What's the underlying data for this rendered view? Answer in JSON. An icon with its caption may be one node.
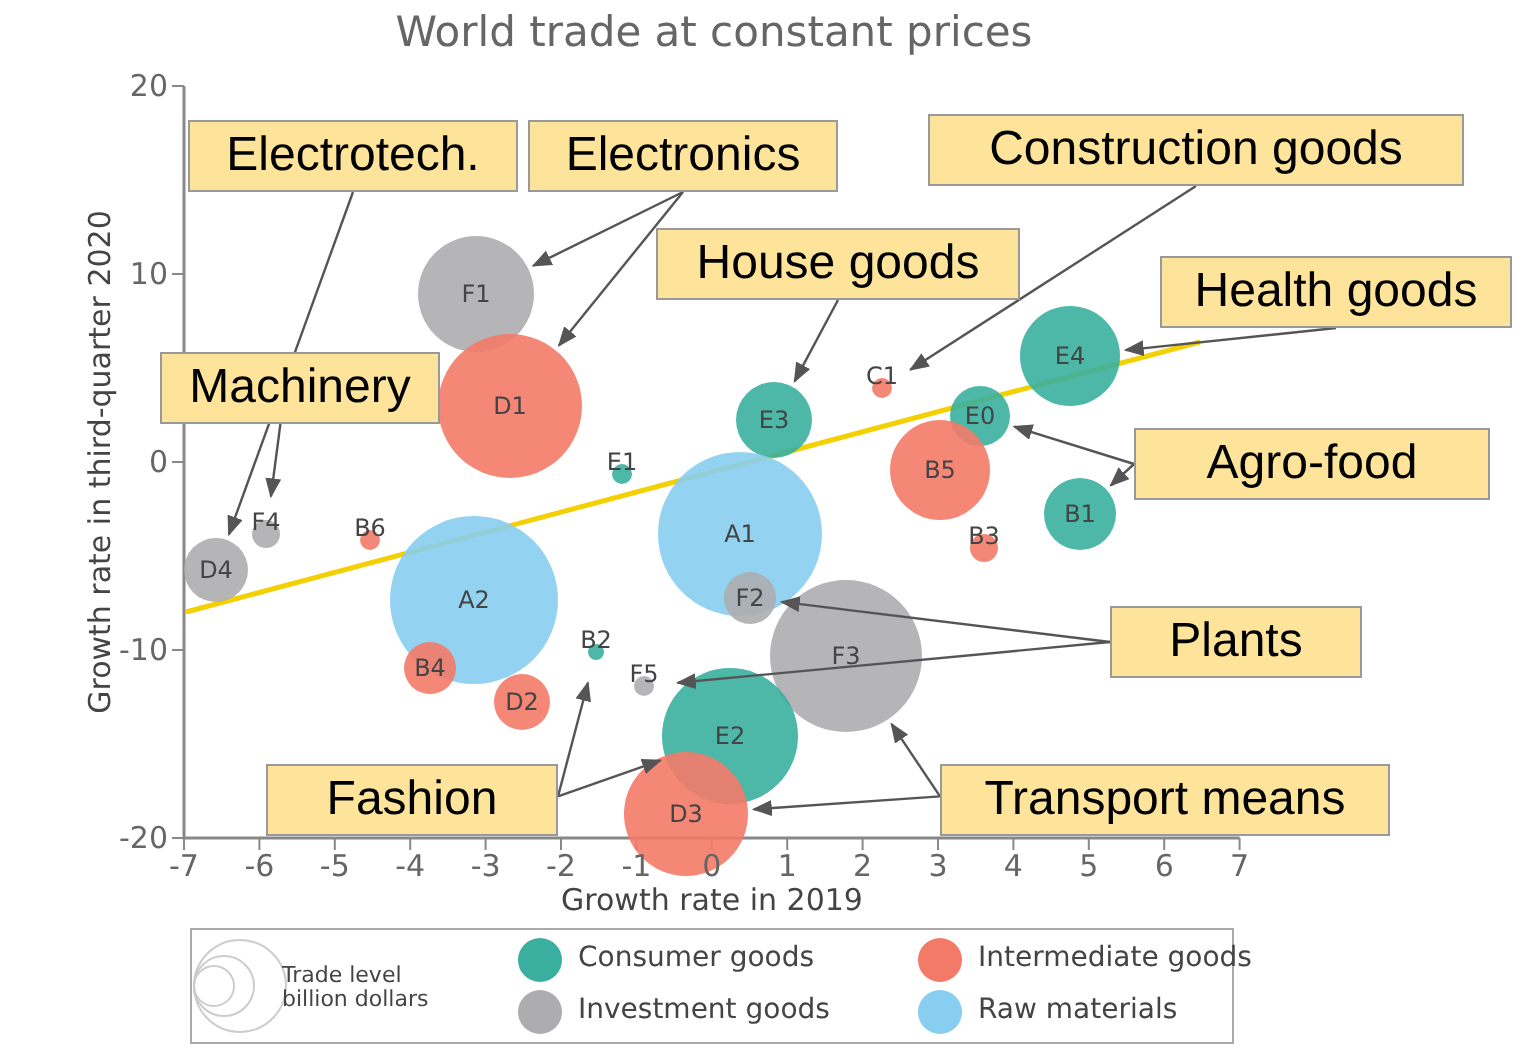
{
  "diagram": {
    "title": "World trade at constant prices",
    "nodes": [
      {
        "text": [
          "Electrotech."
        ]
      },
      {
        "text": [
          "Electronics"
        ]
      },
      {
        "text": [
          "Construction goods"
        ]
      },
      {
        "text": [
          "House goods"
        ]
      },
      {
        "text": [
          "Health goods"
        ]
      },
      {
        "text": [
          "Machinery"
        ]
      },
      {
        "text": [
          "Agro-food"
        ]
      },
      {
        "text": [
          "Plants"
        ]
      },
      {
        "text": [
          "Fashion"
        ]
      },
      {
        "text": [
          "Transport means"
        ]
      },
      {
        "text": [
          "F1"
        ]
      },
      {
        "text": [
          "C1"
        ]
      },
      {
        "text": [
          "E4"
        ]
      },
      {
        "text": [
          "D1"
        ]
      },
      {
        "text": [
          "E0"
        ]
      },
      {
        "text": [
          "E3"
        ]
      },
      {
        "text": [
          "B5"
        ]
      },
      {
        "text": [
          "E1"
        ]
      },
      {
        "text": [
          "B1"
        ]
      },
      {
        "text": [
          "A1"
        ]
      },
      {
        "text": [
          "F4"
        ]
      },
      {
        "text": [
          "B6"
        ]
      },
      {
        "text": [
          "B3"
        ]
      },
      {
        "text": [
          "D4"
        ]
      },
      {
        "text": [
          "A2"
        ]
      },
      {
        "text": [
          "F2"
        ]
      },
      {
        "text": [
          "B2"
        ]
      },
      {
        "text": [
          "F3"
        ]
      },
      {
        "text": [
          "B4"
        ]
      },
      {
        "text": [
          "F5"
        ]
      },
      {
        "text": [
          "D2"
        ]
      },
      {
        "text": [
          "E2"
        ]
      },
      {
        "text": [
          "D3"
        ]
      }
    ],
    "edges": [
      {
        "from": 0,
        "to": 23,
        "arrow": "to"
      },
      {
        "from": 1,
        "to": 10,
        "arrow": "to"
      },
      {
        "from": 1,
        "to": 13,
        "arrow": "to"
      },
      {
        "from": 2,
        "to": 11,
        "arrow": "to"
      },
      {
        "from": 3,
        "to": 15,
        "arrow": "to"
      },
      {
        "from": 4,
        "to": 12,
        "arrow": "to"
      },
      {
        "from": 5,
        "to": 20,
        "arrow": "to"
      },
      {
        "from": 6,
        "to": 14,
        "arrow": "to"
      },
      {
        "from": 6,
        "to": 18,
        "arrow": "to"
      },
      {
        "from": 7,
        "to": 25,
        "arrow": "to"
      },
      {
        "from": 7,
        "to": 29,
        "arrow": "to"
      },
      {
        "from": 8,
        "to": 26,
        "arrow": "to"
      },
      {
        "from": 8,
        "to": 31,
        "arrow": "to"
      },
      {
        "from": 9,
        "to": 27,
        "arrow": "to"
      },
      {
        "from": 9,
        "to": 32,
        "arrow": "to"
      }
    ],
    "labels": [
      "20",
      "10",
      "0",
      "-10",
      "-20",
      "Growth rate in third-quarter 2020",
      "-7",
      "-6",
      "-5",
      "-4",
      "-3",
      "-2",
      "-1",
      "0",
      "1",
      "2",
      "3",
      "4",
      "5",
      "6",
      "7",
      "Growth rate in 2019"
    ],
    "legend": [
      {
        "text": "Trade level billion dollars"
      },
      {
        "text": "Consumer goods",
        "color": "#3aaf9f"
      },
      {
        "text": "Intermediate goods",
        "color": "#f47a68"
      },
      {
        "text": "Investment goods",
        "color": "#adadb0"
      },
      {
        "text": "Raw materials",
        "color": "#87cef0"
      }
    ]
  }
}
